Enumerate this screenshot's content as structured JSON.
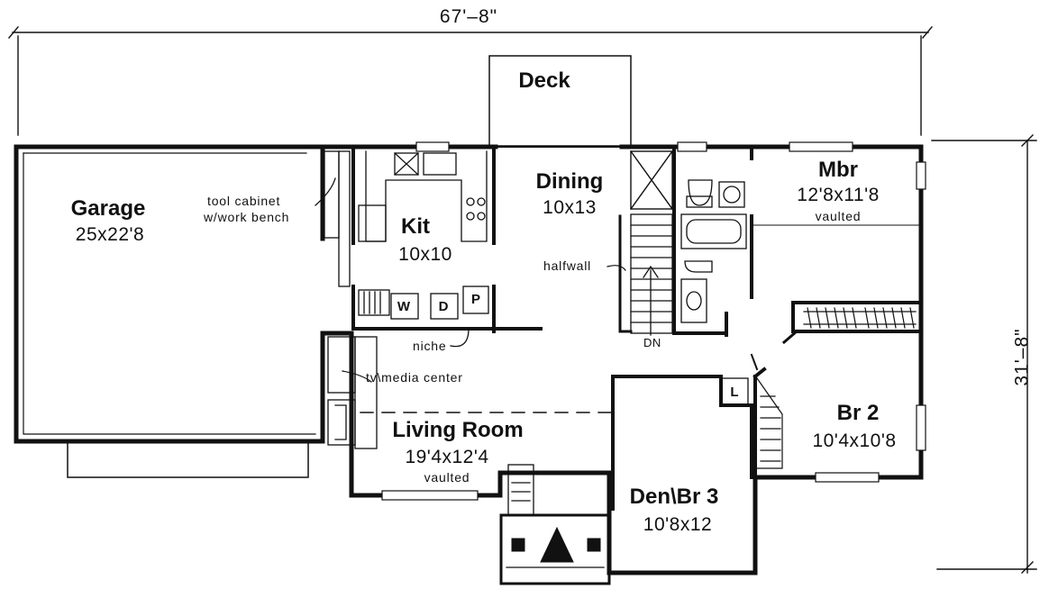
{
  "dimensions": {
    "overall_width": "67'–8\"",
    "overall_depth": "31'–8\""
  },
  "rooms": {
    "deck": {
      "name": "Deck"
    },
    "garage": {
      "name": "Garage",
      "size": "25x22'8"
    },
    "kitchen": {
      "name": "Kit",
      "size": "10x10"
    },
    "dining": {
      "name": "Dining",
      "size": "10x13"
    },
    "master": {
      "name": "Mbr",
      "size": "12'8x11'8",
      "note": "vaulted"
    },
    "living": {
      "name": "Living Room",
      "size": "19'4x12'4",
      "note": "vaulted"
    },
    "bedroom2": {
      "name": "Br 2",
      "size": "10'4x10'8"
    },
    "den": {
      "name": "Den\\Br 3",
      "size": "10'8x12"
    }
  },
  "notes": {
    "tool_cabinet_1": "tool cabinet",
    "tool_cabinet_2": "w/work bench",
    "halfwall": "halfwall",
    "stairs_down": "DN",
    "niche": "niche",
    "media_center": "tv\\media center"
  },
  "fixtures": {
    "washer": "W",
    "dryer": "D",
    "pantry": "P",
    "linen": "L"
  }
}
